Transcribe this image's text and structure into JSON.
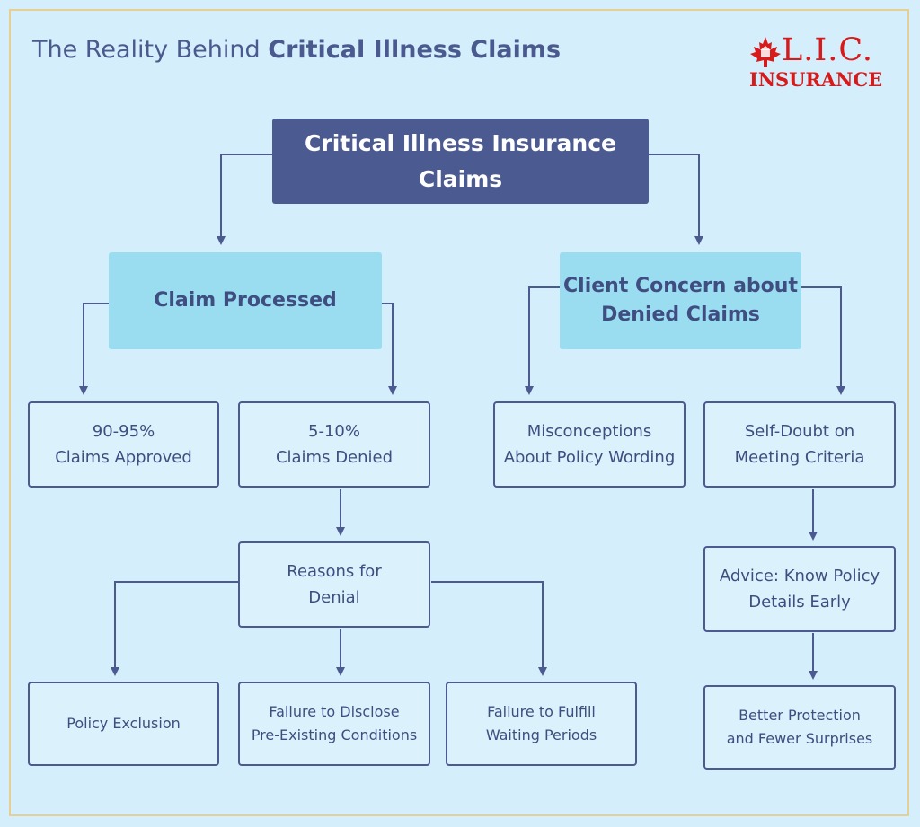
{
  "header": {
    "title_light": "The Reality Behind ",
    "title_bold": "Critical Illness Claims"
  },
  "logo": {
    "line1": "L.I.C.",
    "line2": "INSURANCE",
    "icon": "maple-leaf-icon",
    "color": "#d91a1a"
  },
  "diagram": {
    "root": "Critical Illness Insurance\nClaims",
    "claim_processed": "Claim Processed",
    "client_concern": "Client Concern about\nDenied Claims",
    "approved": "90-95%\nClaims Approved",
    "denied": "5-10%\nClaims Denied",
    "misconceptions": "Misconceptions\nAbout Policy Wording",
    "self_doubt": "Self-Doubt on\nMeeting Criteria",
    "reasons": "Reasons for\nDenial",
    "advice": "Advice: Know Policy\nDetails Early",
    "policy_exclusion": "Policy Exclusion",
    "failure_disclose": "Failure to Disclose\nPre-Existing Conditions",
    "failure_waiting": "Failure to Fulfill\nWaiting Periods",
    "better_protection": "Better Protection\nand Fewer Surprises"
  },
  "colors": {
    "background": "#d4eefb",
    "root_fill": "#4b5a90",
    "mid_fill": "#9adcf0",
    "leaf_fill": "#dbf2fc",
    "line": "#4b5a90",
    "text": "#3f4d80",
    "border_gold": "#e6cf95"
  }
}
